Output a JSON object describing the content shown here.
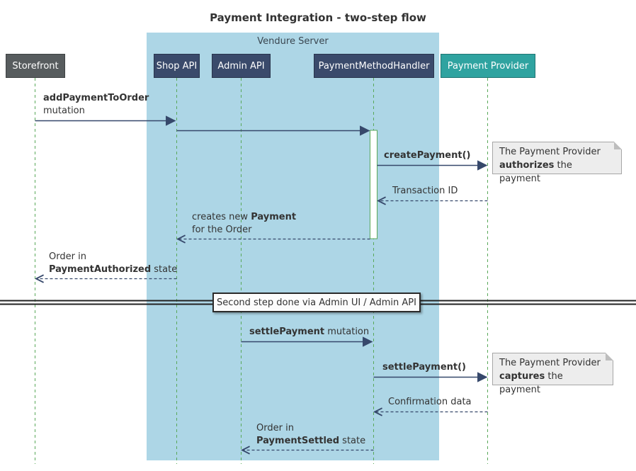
{
  "title": "Payment Integration - two-step flow",
  "frame": {
    "label": "Vendure Server"
  },
  "participants": {
    "storefront": "Storefront",
    "shop_api": "Shop API",
    "admin_api": "Admin API",
    "payment_method_handler": "PaymentMethodHandler",
    "payment_provider": "Payment Provider"
  },
  "messages": {
    "m1_bold": "addPaymentToOrder",
    "m1_line2": "mutation",
    "m3_bold": "createPayment()",
    "m4_text": "Transaction ID",
    "m5_pre": "creates new ",
    "m5_bold": "Payment",
    "m5_line2": "for the Order",
    "m6_line1": "Order in",
    "m6_bold": "PaymentAuthorized",
    "m6_post": " state",
    "m7_bold": "settlePayment",
    "m7_post": " mutation",
    "m8_bold": "settlePayment()",
    "m9_text": "Confirmation data",
    "m10_line1": "Order in",
    "m10_bold": "PaymentSettled",
    "m10_post": " state"
  },
  "notes": {
    "note1_line1": "The Payment Provider",
    "note1_bold": "authorizes",
    "note1_post": " the payment",
    "note2_line1": "The Payment Provider",
    "note2_bold": "captures",
    "note2_post": " the payment"
  },
  "divider": {
    "label": "Second step done via Admin UI / Admin API"
  },
  "colors": {
    "frame_bg": "#ADD6E6",
    "participant_navy": "#3A4A6B",
    "storefront_gray": "#575C5E",
    "provider_teal": "#2FA3A0",
    "lifeline_green": "#59A859",
    "arrow_navy": "#36486B",
    "note_bg": "#EDEDED",
    "note_border": "#A6A6A6",
    "divider_border": "#2B2B2B"
  }
}
